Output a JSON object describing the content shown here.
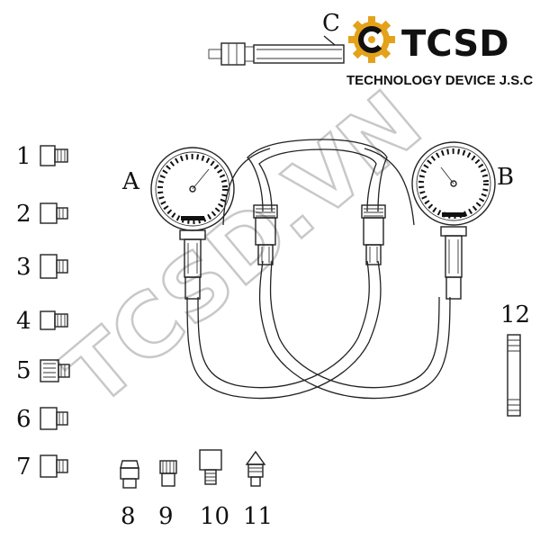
{
  "brand": {
    "name": "TCSD",
    "subtitle": "TECHNOLOGY DEVICE J.S.C",
    "gear_color": "#e3a21a",
    "ring_color": "#111111"
  },
  "watermark": "TCSD.VN",
  "labels": {
    "gauge_a": "A",
    "gauge_b": "B",
    "hose_c": "C"
  },
  "adapters": [
    {
      "id": "1"
    },
    {
      "id": "2"
    },
    {
      "id": "3"
    },
    {
      "id": "4"
    },
    {
      "id": "5"
    },
    {
      "id": "6"
    },
    {
      "id": "7"
    }
  ],
  "bottom_fittings": [
    {
      "id": "8"
    },
    {
      "id": "9"
    },
    {
      "id": "10"
    },
    {
      "id": "11"
    }
  ],
  "extension": {
    "id": "12"
  }
}
